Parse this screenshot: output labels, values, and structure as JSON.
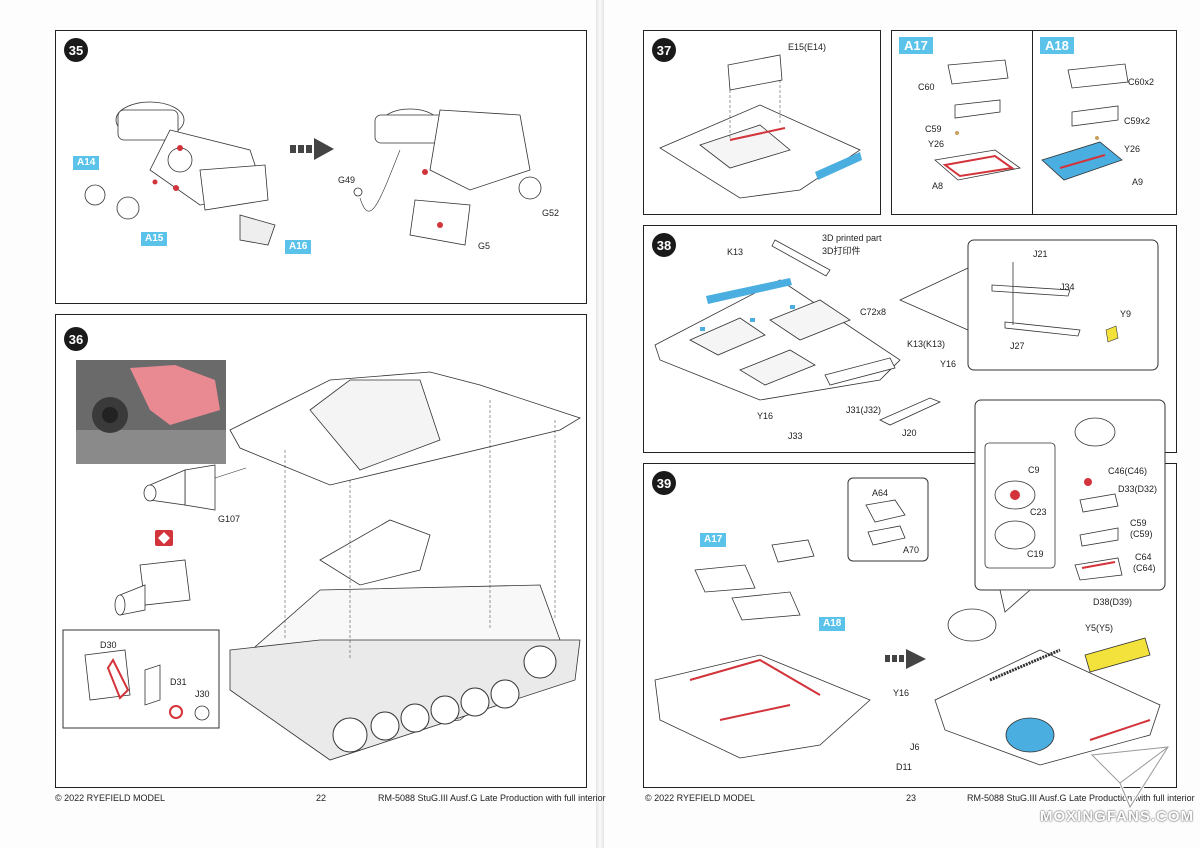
{
  "left_page": {
    "step35": {
      "number": "35",
      "tags": [
        "A14",
        "A15",
        "A16"
      ],
      "parts": [
        "G49",
        "G52",
        "G5"
      ]
    },
    "step36": {
      "number": "36",
      "parts": [
        "G107",
        "D30",
        "D31",
        "J30"
      ]
    },
    "footer": {
      "copyright": "© 2022 RYEFIELD MODEL",
      "page_number": "22",
      "product": "RM-5088  StuG.III Ausf.G Late Production with full interior"
    }
  },
  "right_page": {
    "step37": {
      "number": "37",
      "parts": [
        "E15(E14)"
      ]
    },
    "step37_a17": {
      "tag": "A17",
      "parts": [
        "C60",
        "C59",
        "Y26",
        "A8"
      ]
    },
    "step37_a18": {
      "tag": "A18",
      "parts": [
        "C60x2",
        "C59x2",
        "Y26",
        "A9"
      ]
    },
    "step38": {
      "number": "38",
      "note_en": "3D printed part",
      "note_cn": "3D打印件",
      "parts": [
        "K13",
        "C72x8",
        "K13(K13)",
        "Y16",
        "J31(J32)",
        "J20",
        "Y16",
        "J33",
        "J21",
        "J34",
        "Y9",
        "J27"
      ]
    },
    "step39": {
      "number": "39",
      "tags": [
        "A17",
        "A18"
      ],
      "parts": [
        "A64",
        "A70",
        "C9",
        "C23",
        "C19",
        "C46(C46)",
        "D33(D32)",
        "C59",
        "(C59)",
        "C64",
        "(C64)",
        "D38(D39)",
        "Y5(Y5)",
        "Y16",
        "J6",
        "D11"
      ]
    },
    "footer": {
      "copyright": "© 2022 RYEFIELD MODEL",
      "page_number": "23",
      "product": "RM-5088  StuG.III Ausf.G Late Production with full interior"
    }
  },
  "watermark": "MOXINGFANS.COM",
  "colors": {
    "tag_blue": "#5bc3ea",
    "glue_red": "#d3333a",
    "highlight_pink": "#e98a92",
    "cement_blue": "#4aaee0",
    "yellow_part": "#f2e23b"
  }
}
